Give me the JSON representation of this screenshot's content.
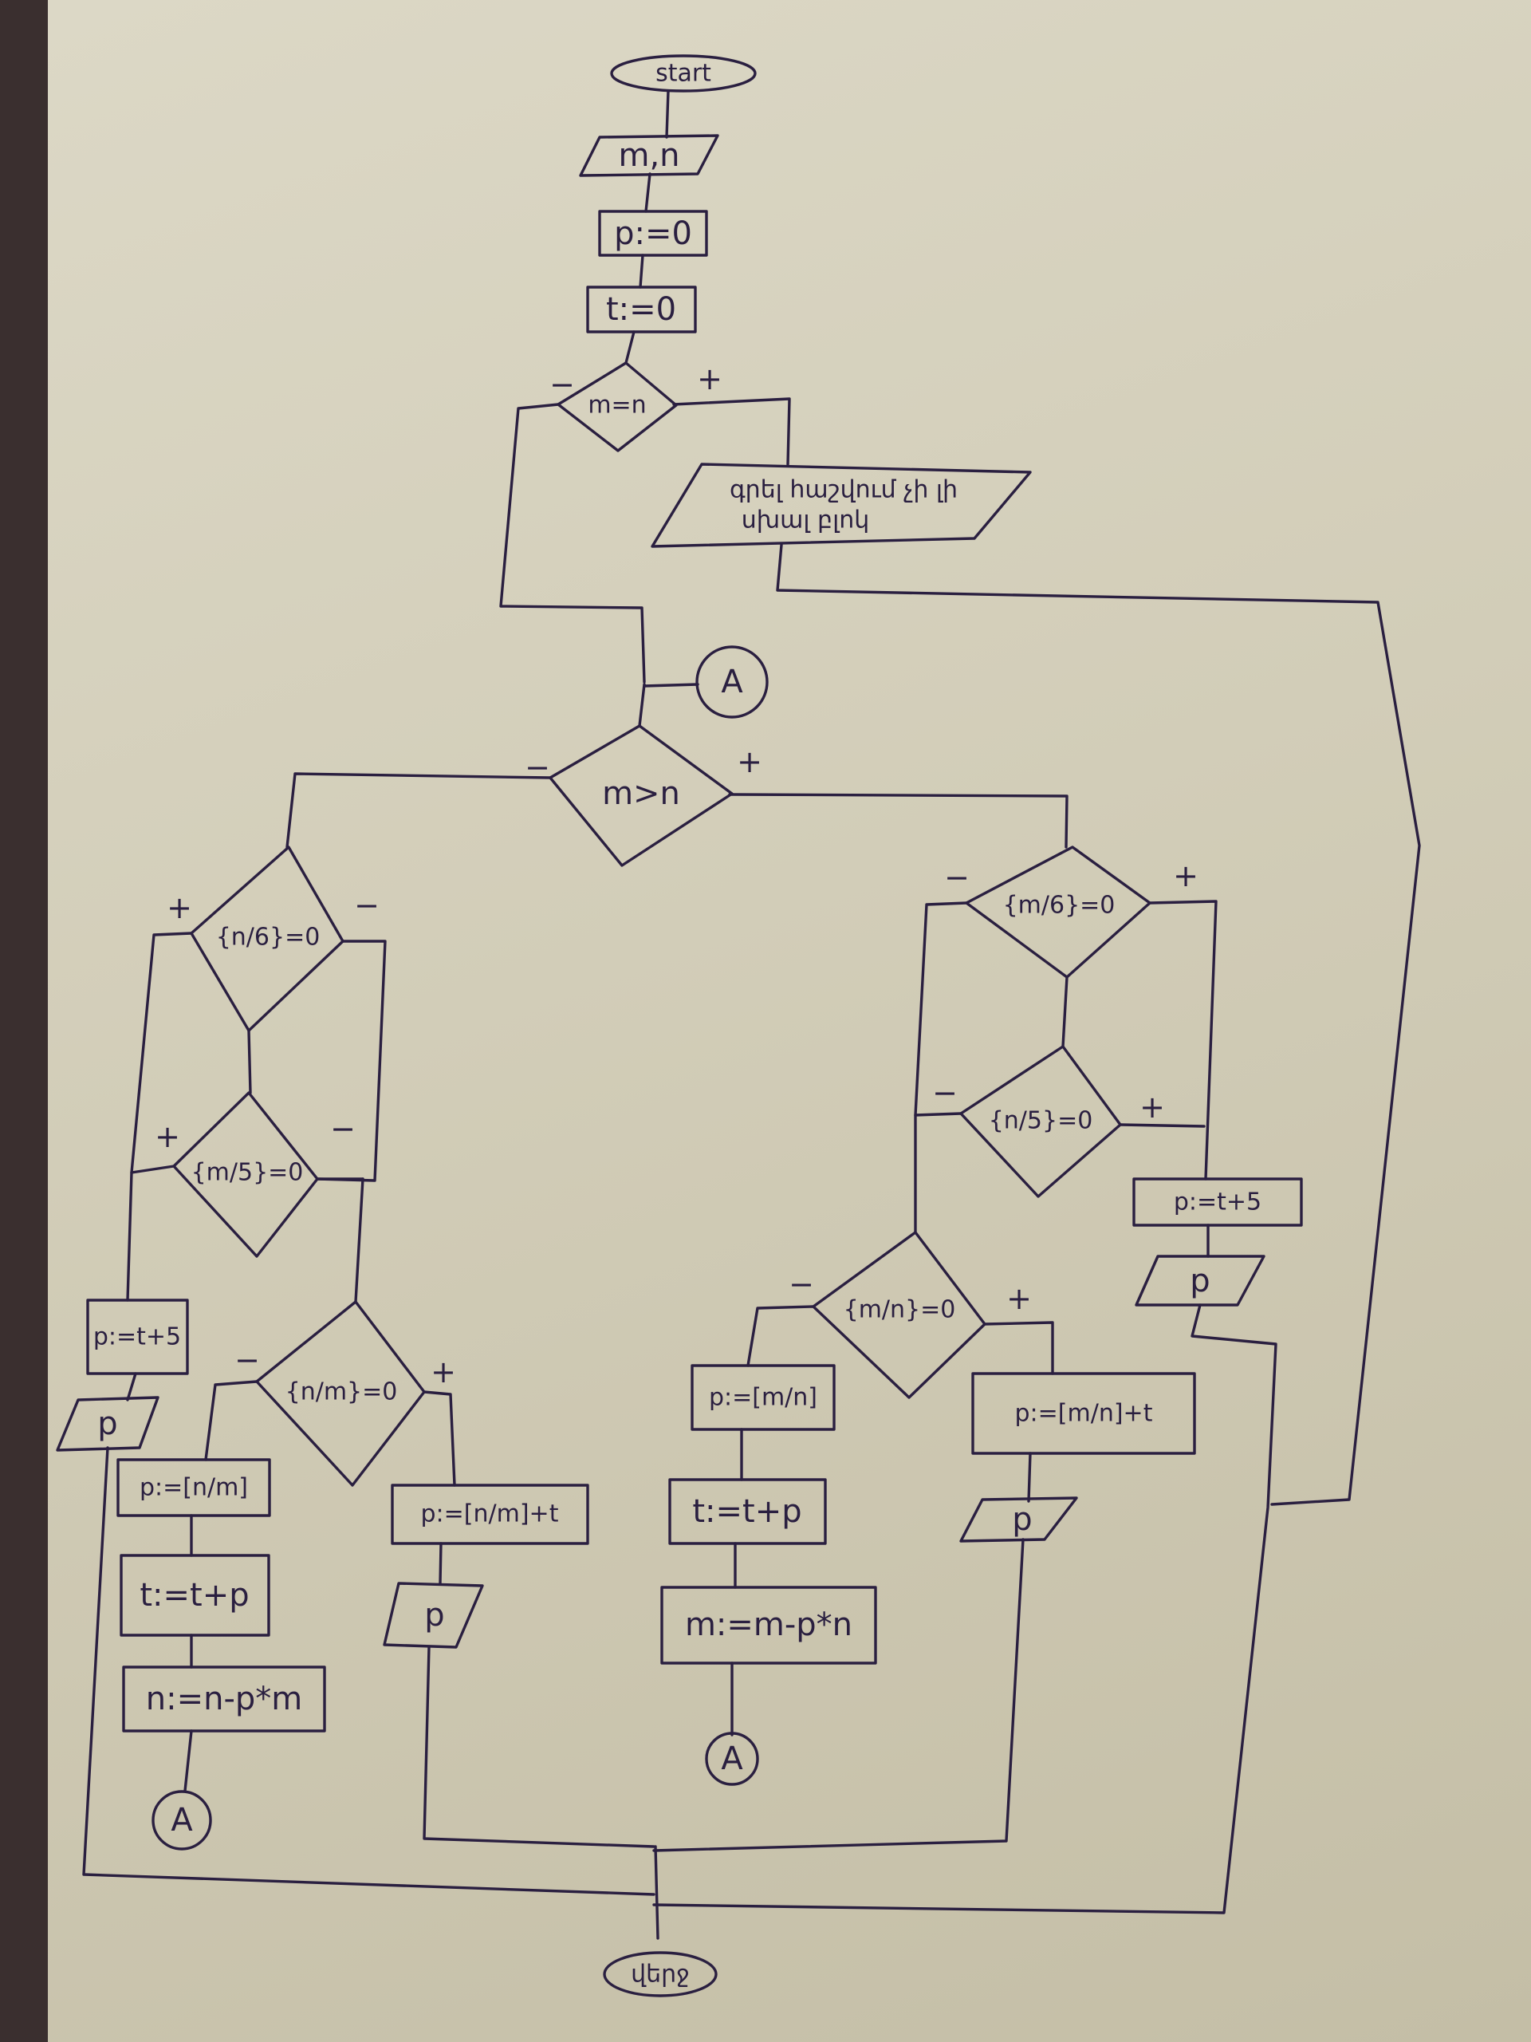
{
  "nodes": {
    "start": "start",
    "input_mn": "m,n",
    "p_zero": "p:=0",
    "t_zero": "t:=0",
    "cond_m_eq_n": "m=n",
    "out_equal_line1": "գրել հաշվում չի լի",
    "out_equal_line2": "սխալ բլոկ",
    "connector_top": "A",
    "cond_m_gt_n": "m>n",
    "left_cond_n6": "{n/6}=0",
    "left_cond_m5": "{m/5}=0",
    "left_p_t5": "p:=t+5",
    "left_out_p": "p",
    "left_cond_nm": "{n/m}=0",
    "left_p_floor": "p:=[n/m]",
    "left_t_tp": "t:=t+p",
    "left_n_update": "n:=n-p*m",
    "left_connector": "A",
    "left_p_floor_t": "p:=[n/m]+t",
    "left_out_p2": "p",
    "right_cond_m6": "{m/6}=0",
    "right_cond_n5": "{n/5}=0",
    "right_p_t5": "p:=t+5",
    "right_out_p": "p",
    "right_cond_mn": "{m/n}=0",
    "right_p_floor": "p:=[m/n]",
    "right_t_tp": "t:=t+p",
    "right_m_update": "m:=m-p*n",
    "right_connector": "A",
    "right_p_floor_t": "p:=[m/n]+t",
    "right_out_p2": "p",
    "end": "վերջ"
  },
  "signs": {
    "plus": "+",
    "minus": "−"
  },
  "colors": {
    "ink": "#2a1f40",
    "paper": "#d6d2be",
    "background": "#3a2f2f"
  }
}
